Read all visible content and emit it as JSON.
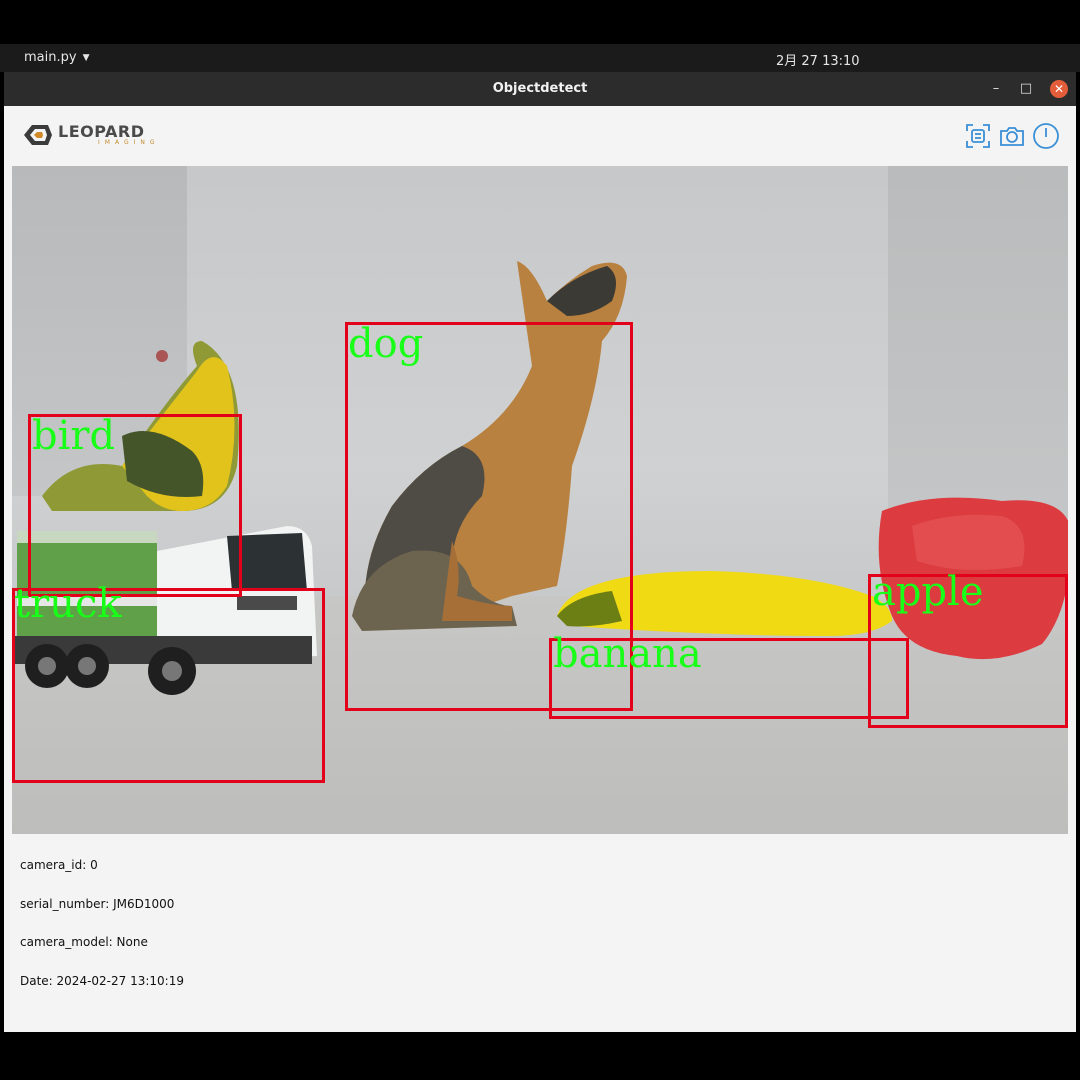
{
  "topbar": {
    "app_menu": "main.py",
    "clock": "2月 27  13:10"
  },
  "window": {
    "title": "Objectdetect",
    "controls": {
      "minimize": "–",
      "maximize": "□",
      "close": "✕"
    }
  },
  "header": {
    "logo_text": "LEOPARD",
    "logo_subtext": "IMAGING",
    "toolbar_icons": [
      "detect-icon",
      "camera-icon",
      "power-icon"
    ]
  },
  "detections": [
    {
      "label": "bird"
    },
    {
      "label": "dog"
    },
    {
      "label": "truck"
    },
    {
      "label": "banana"
    },
    {
      "label": "apple"
    }
  ],
  "info": {
    "camera_id": "camera_id: 0",
    "serial_number": "serial_number: JM6D1000",
    "camera_model": "camera_model: None",
    "date": "Date: 2024-02-27 13:10:19"
  },
  "colors": {
    "box": "#e3001b",
    "label": "#18ff18",
    "accent_icon": "#3a8fd6",
    "close_button": "#e35d3a"
  }
}
